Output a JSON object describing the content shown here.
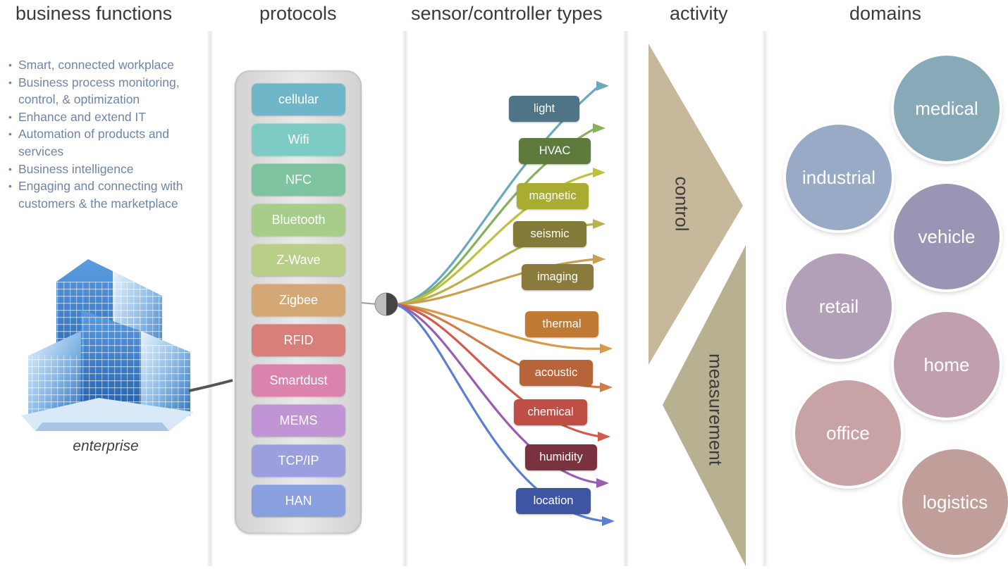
{
  "columns": {
    "business_functions": "business functions",
    "protocols": "protocols",
    "sensor_types": "sensor/controller types",
    "activity": "activity",
    "domains": "domains"
  },
  "business_functions": [
    "Smart, connected workplace",
    "Business process monitoring, control, & optimization",
    "Enhance and extend IT",
    "Automation of products and services",
    "Business intelligence",
    "Engaging and connecting with customers & the marketplace"
  ],
  "enterprise_label": "enterprise",
  "protocols": [
    {
      "label": "cellular",
      "color": "#6fb6c8"
    },
    {
      "label": "Wifi",
      "color": "#7ecbc3"
    },
    {
      "label": "NFC",
      "color": "#7fc4a0"
    },
    {
      "label": "Bluetooth",
      "color": "#a6cd8a"
    },
    {
      "label": "Z-Wave",
      "color": "#b9cf87"
    },
    {
      "label": "Zigbee",
      "color": "#d4a874"
    },
    {
      "label": "RFID",
      "color": "#d97e78"
    },
    {
      "label": "Smartdust",
      "color": "#d983ad"
    },
    {
      "label": "MEMS",
      "color": "#c194d6"
    },
    {
      "label": "TCP/IP",
      "color": "#9b9fde"
    },
    {
      "label": "HAN",
      "color": "#8a9fe0"
    }
  ],
  "sensors": [
    {
      "label": "light",
      "color": "#4f7486",
      "curve": "#6aa9bd"
    },
    {
      "label": "HVAC",
      "color": "#5e7a3c",
      "curve": "#86b05a"
    },
    {
      "label": "magnetic",
      "color": "#a8ad32",
      "curve": "#bcc23c"
    },
    {
      "label": "seismic",
      "color": "#837a3a",
      "curve": "#b7b34a"
    },
    {
      "label": "imaging",
      "color": "#8a7a3c",
      "curve": "#c8a050"
    },
    {
      "label": "thermal",
      "color": "#c17a34",
      "curve": "#d89a4a"
    },
    {
      "label": "acoustic",
      "color": "#b8643a",
      "curve": "#cf7d48"
    },
    {
      "label": "chemical",
      "color": "#bf4f45",
      "curve": "#d15a4c"
    },
    {
      "label": "humidity",
      "color": "#7a3140",
      "curve": "#9a5cb0"
    },
    {
      "label": "location",
      "color": "#3f55a4",
      "curve": "#5a7ed0"
    }
  ],
  "activity": {
    "control": "control",
    "measurement": "measurement",
    "control_color": "#c7b89c",
    "measurement_color": "#b7b192"
  },
  "domains": [
    {
      "label": "medical",
      "color": "#88aab8"
    },
    {
      "label": "industrial",
      "color": "#98aac6"
    },
    {
      "label": "vehicle",
      "color": "#9c94b4"
    },
    {
      "label": "retail",
      "color": "#b2a0b8"
    },
    {
      "label": "home",
      "color": "#c0a0ae"
    },
    {
      "label": "office",
      "color": "#c8a2a4"
    },
    {
      "label": "logistics",
      "color": "#c09e9a"
    }
  ]
}
